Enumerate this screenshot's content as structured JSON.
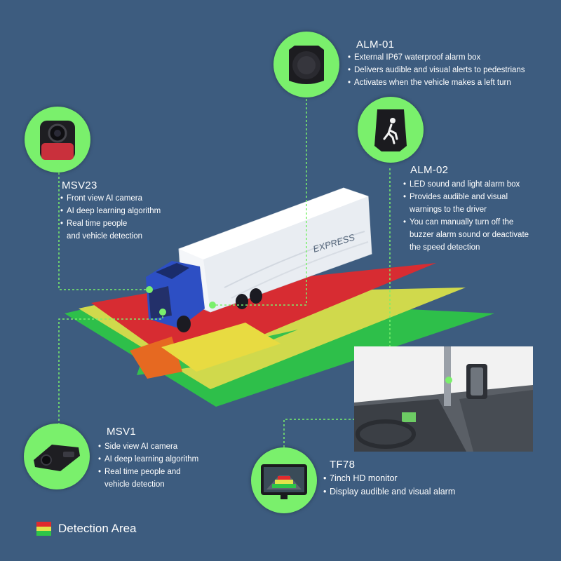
{
  "colors": {
    "background": "#3d5c7f",
    "accent_green": "#7af06c",
    "zone_red": "#e02a2e",
    "zone_yellow": "#e2e24a",
    "zone_green": "#2ec548",
    "zone_orange": "#f06a1c"
  },
  "truck": {
    "trailer_text": "EXPRESS"
  },
  "products": {
    "msv23": {
      "title": "MSV23",
      "icon": "front-camera-icon",
      "bullets": [
        "Front view AI camera",
        "AI deep learning algorithm",
        "Real time people",
        "and vehicle detection"
      ]
    },
    "alm01": {
      "title": "ALM-01",
      "icon": "alarm-speaker-icon",
      "bullets": [
        "External IP67 waterproof alarm box",
        "Delivers audible and visual alerts to pedestrians",
        "Activates when the vehicle makes a left turn"
      ]
    },
    "alm02": {
      "title": "ALM-02",
      "icon": "walking-person-alarm-icon",
      "bullets": [
        "LED sound and light alarm box",
        "Provides audible and visual",
        "warnings to the driver",
        "You can manually turn off the",
        "buzzer alarm sound or deactivate",
        "the speed detection"
      ]
    },
    "msv1": {
      "title": "MSV1",
      "icon": "side-camera-icon",
      "bullets": [
        "Side view AI camera",
        "AI deep learning algorithm",
        "Real time people and",
        "vehicle detection"
      ]
    },
    "tf78": {
      "title": "TF78",
      "icon": "hd-monitor-icon",
      "bullets": [
        "7inch HD monitor",
        "Display audible and visual alarm"
      ]
    }
  },
  "legend": {
    "label": "Detection Area"
  }
}
